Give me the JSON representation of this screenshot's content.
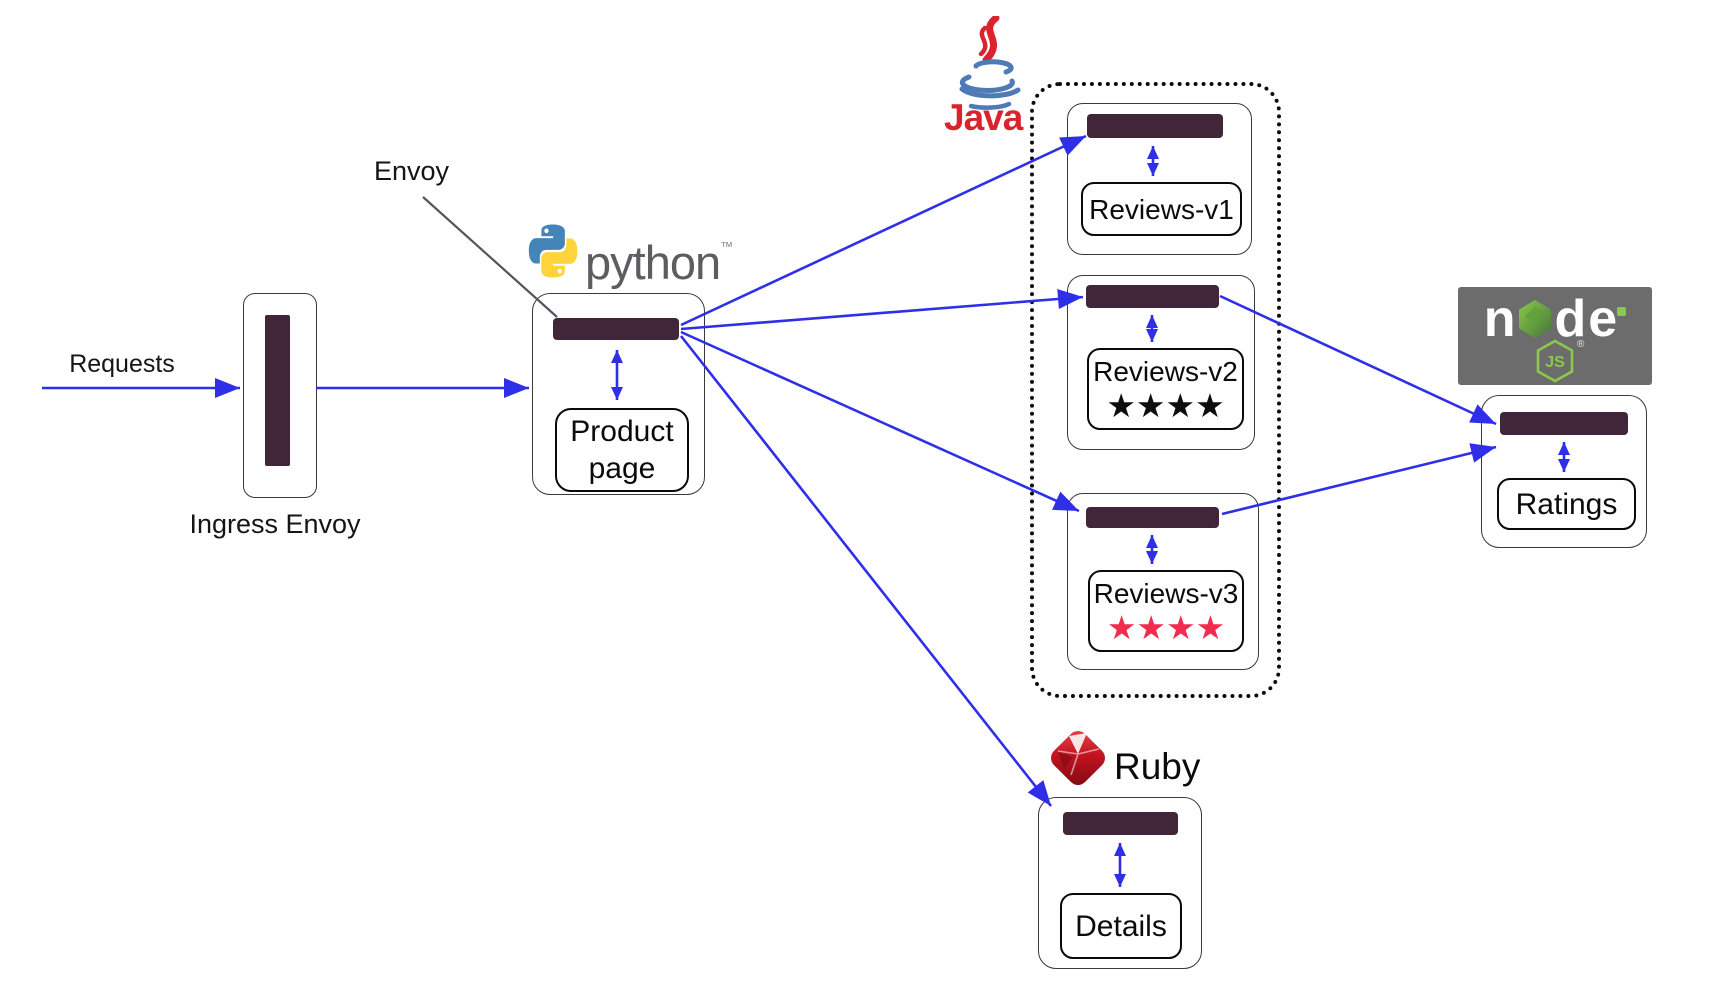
{
  "labels": {
    "requests": "Requests",
    "ingress_envoy": "Ingress Envoy",
    "envoy_callout": "Envoy",
    "product_line1": "Product",
    "product_line2": "page",
    "reviews_v1": "Reviews-v1",
    "reviews_v2": "Reviews-v2",
    "reviews_v3": "Reviews-v3",
    "reviews_v2_stars": "★★★★",
    "reviews_v3_stars": "★★★★",
    "ratings": "Ratings",
    "details": "Details"
  },
  "logos": {
    "python_text": "python",
    "python_tm": "™",
    "java_text": "Java",
    "node_n": "n",
    "node_d": "d",
    "node_e": "e",
    "node_js": "JS",
    "node_reg": "®",
    "ruby_text": "Ruby"
  },
  "colors": {
    "envoy_sidecar": "#41263a",
    "arrow_blue": "#2f2fe8",
    "stars_black": "#0d0d0d",
    "stars_red": "#f22c4e",
    "java_red": "#d9232e",
    "java_blue": "#4e7ab5",
    "node_gray": "#6c6c6c",
    "node_green": "#55903f",
    "node_green_light": "#8cc84b",
    "python_blue": "#4584b6",
    "python_yellow": "#ffd43b",
    "python_gray": "#5d5d5f",
    "ruby_red": "#c01823",
    "callout_gray": "#55555f"
  }
}
